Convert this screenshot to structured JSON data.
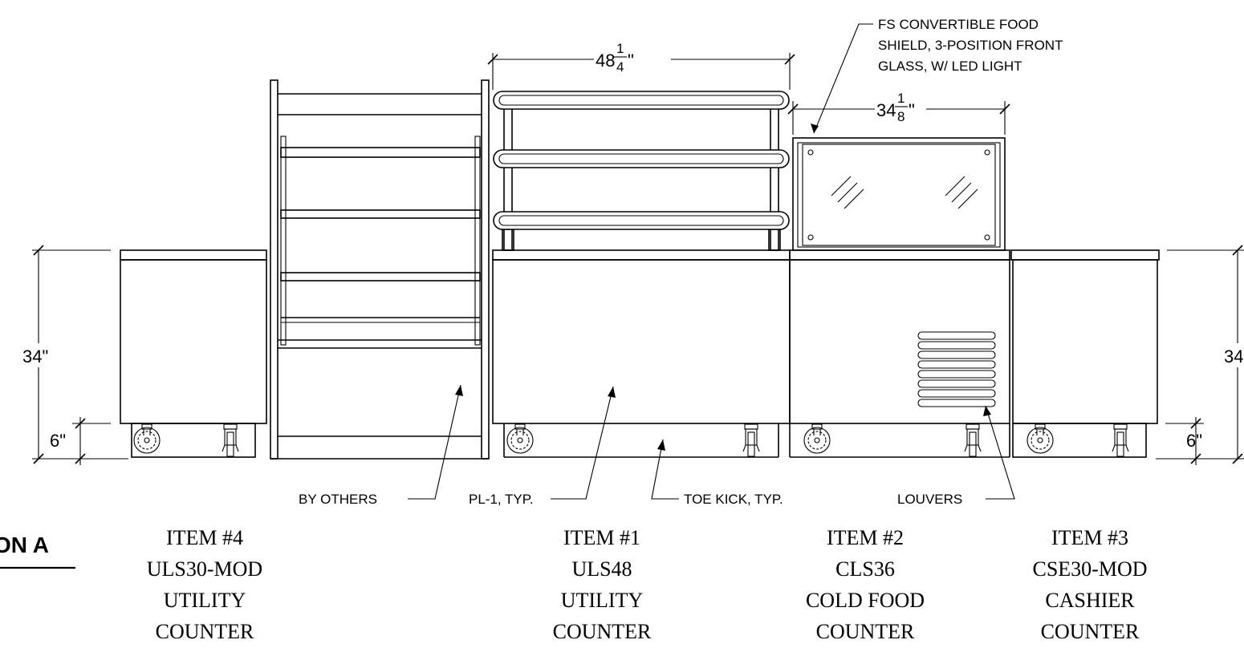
{
  "section_title": "ON A",
  "callouts": {
    "food_shield_line1": "FS CONVERTIBLE FOOD",
    "food_shield_line2": "SHIELD, 3-POSITION FRONT",
    "food_shield_line3": "GLASS, W/ LED LIGHT",
    "by_others": "BY OTHERS",
    "pl1": "PL-1, TYP.",
    "toe_kick": "TOE KICK, TYP.",
    "louvers": "LOUVERS"
  },
  "dimensions": {
    "shelf_width_whole": "48",
    "shelf_width_num": "1",
    "shelf_width_den": "4",
    "shelf_width_unit": "\"",
    "shield_width_whole": "34",
    "shield_width_num": "1",
    "shield_width_den": "8",
    "shield_width_unit": "\"",
    "height_left": "34\"",
    "height_right": "34",
    "toe_left": "6\"",
    "toe_right": "6\""
  },
  "items": [
    {
      "number": "ITEM #4",
      "model": "ULS30-MOD",
      "type": "UTILITY",
      "desc": "COUNTER"
    },
    {
      "number": "ITEM #1",
      "model": "ULS48",
      "type": "UTILITY",
      "desc": "COUNTER"
    },
    {
      "number": "ITEM #2",
      "model": "CLS36",
      "type": "COLD FOOD",
      "desc": "COUNTER"
    },
    {
      "number": "ITEM #3",
      "model": "CSE30-MOD",
      "type": "CASHIER",
      "desc": "COUNTER"
    }
  ]
}
